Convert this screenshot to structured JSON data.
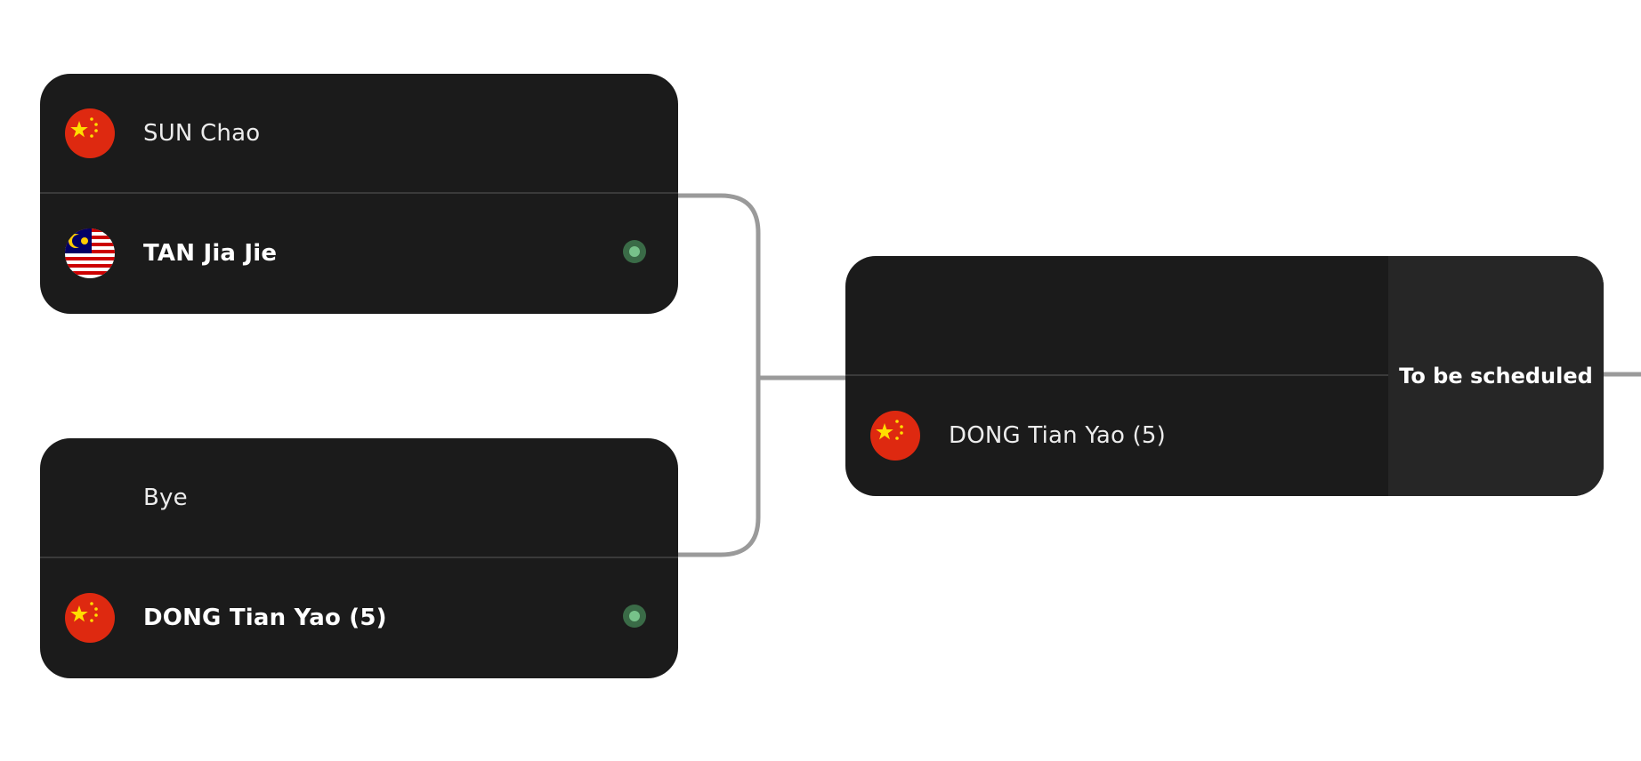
{
  "bracket": {
    "match1": {
      "player1": {
        "name": "SUN Chao",
        "flag": "china-flag-icon",
        "winner": false
      },
      "player2": {
        "name": "TAN Jia Jie",
        "flag": "malaysia-flag-icon",
        "winner": true
      }
    },
    "match2": {
      "player1": {
        "name": "Bye",
        "flag": "",
        "winner": false
      },
      "player2": {
        "name": "DONG Tian Yao (5)",
        "flag": "china-flag-icon",
        "winner": true
      }
    },
    "match3": {
      "player1": {
        "name": "",
        "flag": "",
        "winner": false
      },
      "player2": {
        "name": "DONG Tian Yao (5)",
        "flag": "china-flag-icon",
        "winner": false
      },
      "status": "To be scheduled"
    }
  },
  "colors": {
    "card": "#1b1b1b",
    "status_panel": "#262626",
    "connector": "#9a9a9a",
    "winner_dot": "#77c28a"
  }
}
